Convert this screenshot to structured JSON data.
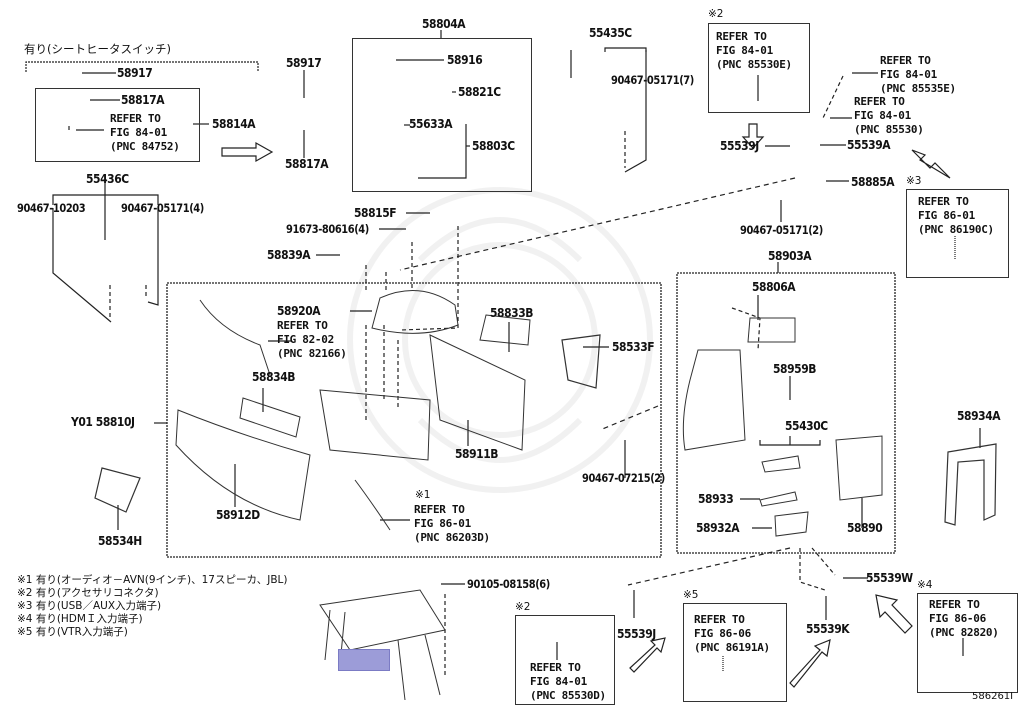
{
  "diagram": {
    "figure_id": "586261I",
    "highlight_color": "#9c9cd8",
    "option_heading": "有り(シートヒータスイッチ)",
    "parts": {
      "p58917_a": "58917",
      "p58817A_a": "58817A",
      "p58814A": "58814A",
      "p58917_b": "58917",
      "p58817A_b": "58817A",
      "p58804A": "58804A",
      "p58916": "58916",
      "p58821C": "58821C",
      "p55633A": "55633A",
      "p58803C": "58803C",
      "p55435C": "55435C",
      "p90467_05171_7": "90467-05171(7)",
      "p55539J_top": "55539J",
      "p55539A": "55539A",
      "p58885A": "58885A",
      "p90467_05171_2": "90467-05171(2)",
      "p55436C": "55436C",
      "p90467_10203": "90467-10203",
      "p90467_05171_4": "90467-05171(4)",
      "p58815F": "58815F",
      "p91673_80616": "91673-80616(4)",
      "p58839A": "58839A",
      "p58920A": "58920A",
      "p58833B": "58833B",
      "p58834B": "58834B",
      "pY01_58810J": "Y01 58810J",
      "p58911B": "58911B",
      "p58912D": "58912D",
      "p58534H": "58534H",
      "p58533F": "58533F",
      "p90467_07215": "90467-07215(2)",
      "p58903A": "58903A",
      "p58806A": "58806A",
      "p58959B": "58959B",
      "p55430C": "55430C",
      "p58933": "58933",
      "p58932A": "58932A",
      "p58890": "58890",
      "p58934A": "58934A",
      "p90105_08158": "90105-08158(6)",
      "p55539J_bottom": "55539J",
      "p55539K": "55539K",
      "p55539W": "55539W"
    },
    "references": {
      "r84752": "REFER TO\nFIG 84-01\n(PNC 84752)",
      "r85530E": "REFER TO\nFIG 84-01\n(PNC 85530E)",
      "r85535E": "REFER TO\nFIG 84-01\n(PNC 85535E)",
      "r85530": "REFER TO\nFIG 84-01\n(PNC 85530)",
      "r86190C": "REFER TO\nFIG 86-01\n(PNC 86190C)",
      "r82166": "REFER TO\nFIG 82-02\n(PNC 82166)",
      "r86203D": "REFER TO\nFIG 86-01\n(PNC 86203D)",
      "r85530D": "REFER TO\nFIG 84-01\n(PNC 85530D)",
      "r86191A": "REFER TO\nFIG 86-06\n(PNC 86191A)",
      "r82820": "REFER TO\nFIG 86-06\n(PNC 82820)"
    },
    "markers": {
      "m1": "※1",
      "m2_top": "※2",
      "m3": "※3",
      "m2_bottom": "※2",
      "m5": "※5",
      "m4": "※4"
    },
    "legend": [
      "※1 有り(オーディオ－AVN(9インチ)、17スピーカ、JBL)",
      "※2  有り(アクセサリコネクタ)",
      "※3  有り(USB／AUX入力端子)",
      "※4  有り(HDMＩ入力端子)",
      "※5  有り(VTR入力端子)"
    ]
  }
}
